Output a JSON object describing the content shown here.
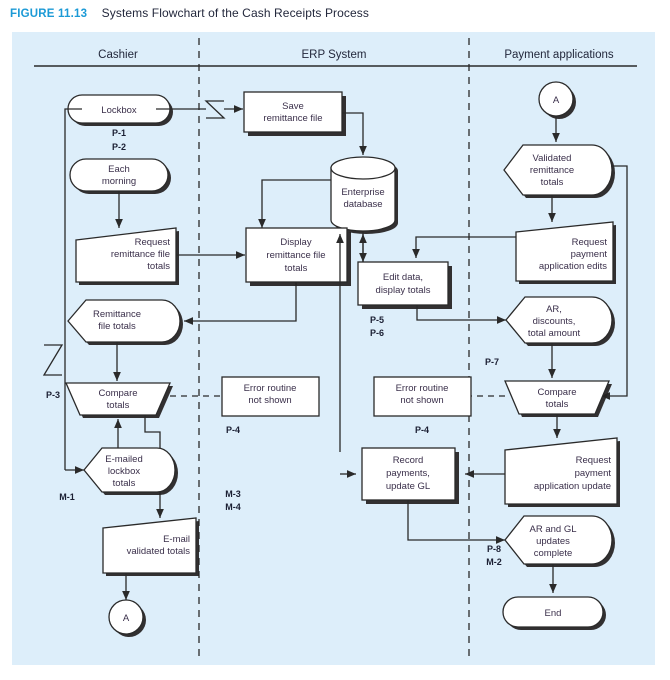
{
  "caption": {
    "figure_label": "FIGURE 11.13",
    "title": "Systems Flowchart of the Cash Receipts Process",
    "accent_color": "#1c9ad6"
  },
  "panel": {
    "background_color": "#ddeefa"
  },
  "columns": [
    {
      "id": "cashier",
      "label": "Cashier"
    },
    {
      "id": "erp",
      "label": "ERP System"
    },
    {
      "id": "payapps",
      "label": "Payment applications"
    }
  ],
  "nodes": {
    "lockbox": {
      "label": "Lockbox",
      "shape": "terminator",
      "column": "cashier"
    },
    "each_morning": {
      "label": "Each\nmorning",
      "shape": "terminator",
      "column": "cashier"
    },
    "request_rft": {
      "label": "Request\nremittance file\ntotals",
      "shape": "manual-input",
      "column": "cashier"
    },
    "remittance_file_totals": {
      "label": "Remittance\nfile totals",
      "shape": "display",
      "column": "cashier"
    },
    "compare_totals_c": {
      "label": "Compare\ntotals",
      "shape": "decision-trapezoid",
      "column": "cashier"
    },
    "emailed_lockbox": {
      "label": "E-mailed\nlockbox\ntotals",
      "shape": "display",
      "column": "cashier"
    },
    "email_validated": {
      "label": "E-mail\nvalidated totals",
      "shape": "manual-input",
      "column": "cashier"
    },
    "connector_a_out": {
      "label": "A",
      "shape": "connector",
      "column": "cashier"
    },
    "save_remittance": {
      "label": "Save\nremittance file",
      "shape": "process",
      "column": "erp"
    },
    "enterprise_db": {
      "label": "Enterprise\ndatabase",
      "shape": "database",
      "column": "erp"
    },
    "display_rft": {
      "label": "Display\nremittance file\ntotals",
      "shape": "process",
      "column": "erp"
    },
    "edit_data": {
      "label": "Edit data,\ndisplay totals",
      "shape": "process",
      "column": "erp"
    },
    "error_routine_left": {
      "label": "Error routine\nnot shown",
      "shape": "plain-box",
      "column": "erp"
    },
    "error_routine_right": {
      "label": "Error routine\nnot shown",
      "shape": "plain-box",
      "column": "erp"
    },
    "record_payments": {
      "label": "Record\npayments,\nupdate GL",
      "shape": "process",
      "column": "erp"
    },
    "connector_a_in": {
      "label": "A",
      "shape": "connector",
      "column": "payapps"
    },
    "validated_remittance": {
      "label": "Validated\nremittance\ntotals",
      "shape": "display",
      "column": "payapps"
    },
    "request_pa_edits": {
      "label": "Request\npayment\napplication edits",
      "shape": "manual-input",
      "column": "payapps"
    },
    "ar_discounts": {
      "label": "AR,\ndiscounts,\ntotal amount",
      "shape": "display",
      "column": "payapps"
    },
    "compare_totals_p": {
      "label": "Compare\ntotals",
      "shape": "decision-trapezoid",
      "column": "payapps"
    },
    "request_pa_update": {
      "label": "Request\npayment\napplication update",
      "shape": "manual-input",
      "column": "payapps"
    },
    "ar_gl_complete": {
      "label": "AR and GL\nupdates\ncomplete",
      "shape": "display",
      "column": "payapps"
    },
    "end": {
      "label": "End",
      "shape": "terminator",
      "column": "payapps"
    }
  },
  "node_text_lines": {
    "lockbox": [
      "Lockbox"
    ],
    "each_morning": [
      "Each",
      "morning"
    ],
    "request_rft": [
      "Request",
      "remittance file",
      "totals"
    ],
    "remittance_file_totals": [
      "Remittance",
      "file totals"
    ],
    "compare_totals_c": [
      "Compare",
      "totals"
    ],
    "emailed_lockbox": [
      "E-mailed",
      "lockbox",
      "totals"
    ],
    "email_validated": [
      "E-mail",
      "validated totals"
    ],
    "connector_a_out": [
      "A"
    ],
    "save_remittance": [
      "Save",
      "remittance file"
    ],
    "enterprise_db": [
      "Enterprise",
      "database"
    ],
    "display_rft": [
      "Display",
      "remittance file",
      "totals"
    ],
    "edit_data": [
      "Edit data,",
      "display totals"
    ],
    "error_routine_left": [
      "Error routine",
      "not shown"
    ],
    "error_routine_right": [
      "Error routine",
      "not shown"
    ],
    "record_payments": [
      "Record",
      "payments,",
      "update GL"
    ],
    "connector_a_in": [
      "A"
    ],
    "validated_remittance": [
      "Validated",
      "remittance",
      "totals"
    ],
    "request_pa_edits": [
      "Request",
      "payment",
      "application edits"
    ],
    "ar_discounts": [
      "AR,",
      "discounts,",
      "total amount"
    ],
    "compare_totals_p": [
      "Compare",
      "totals"
    ],
    "request_pa_update": [
      "Request",
      "payment",
      "application update"
    ],
    "ar_gl_complete": [
      "AR and GL",
      "updates",
      "complete"
    ],
    "end": [
      "End"
    ]
  },
  "reference_labels": [
    {
      "id": "ref-p1",
      "text": "P-1"
    },
    {
      "id": "ref-p2",
      "text": "P-2"
    },
    {
      "id": "ref-p3",
      "text": "P-3"
    },
    {
      "id": "ref-m1",
      "text": "M-1"
    },
    {
      "id": "ref-p4a",
      "text": "P-4"
    },
    {
      "id": "ref-m3",
      "text": "M-3"
    },
    {
      "id": "ref-m4",
      "text": "M-4"
    },
    {
      "id": "ref-p5",
      "text": "P-5"
    },
    {
      "id": "ref-p6",
      "text": "P-6"
    },
    {
      "id": "ref-p4b",
      "text": "P-4"
    },
    {
      "id": "ref-p7",
      "text": "P-7"
    },
    {
      "id": "ref-p8",
      "text": "P-8"
    },
    {
      "id": "ref-m2",
      "text": "M-2"
    }
  ]
}
